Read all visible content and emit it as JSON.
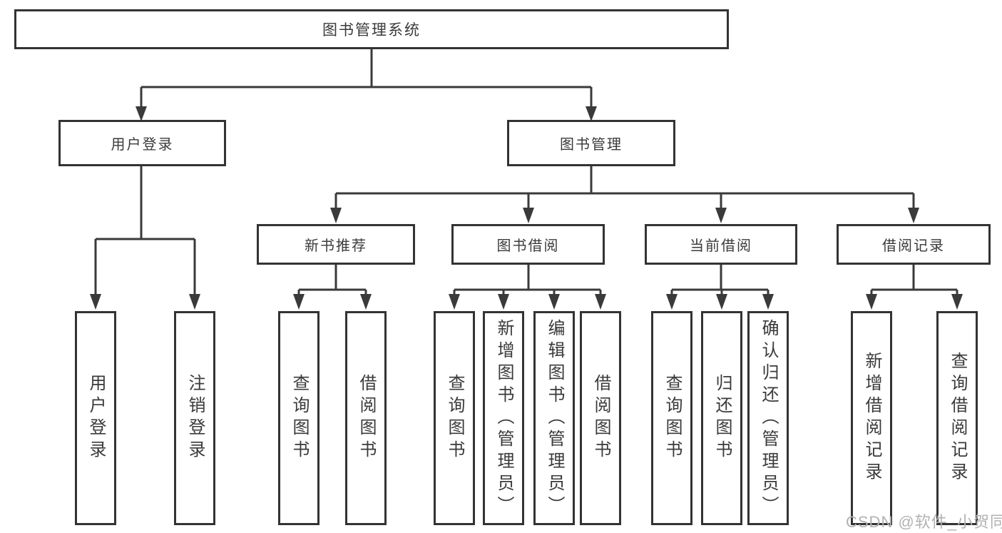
{
  "colors": {
    "background": "#ffffff",
    "box_border": "#333333",
    "box_fill": "#ffffff",
    "connector_line": "#3a3a3a",
    "text": "#3a3a3a",
    "watermark": "#b2b2b2"
  },
  "watermark": {
    "text": "CSDN @软件_小贺同学"
  },
  "tree": {
    "root": {
      "label": "图书管理系统",
      "children": [
        {
          "label": "用户登录",
          "children": [
            {
              "label": "用户登录"
            },
            {
              "label": "注销登录"
            }
          ]
        },
        {
          "label": "图书管理",
          "children": [
            {
              "label": "新书推荐",
              "children": [
                {
                  "label": "查询图书"
                },
                {
                  "label": "借阅图书"
                }
              ]
            },
            {
              "label": "图书借阅",
              "children": [
                {
                  "label": "查询图书"
                },
                {
                  "label": "新增图书（管理员）"
                },
                {
                  "label": "编辑图书（管理员）"
                },
                {
                  "label": "借阅图书"
                }
              ]
            },
            {
              "label": "当前借阅",
              "children": [
                {
                  "label": "查询图书"
                },
                {
                  "label": "归还图书"
                },
                {
                  "label": "确认归还（管理员）"
                }
              ]
            },
            {
              "label": "借阅记录",
              "children": [
                {
                  "label": "新增借阅记录"
                },
                {
                  "label": "查询借阅记录"
                }
              ]
            }
          ]
        }
      ]
    }
  }
}
